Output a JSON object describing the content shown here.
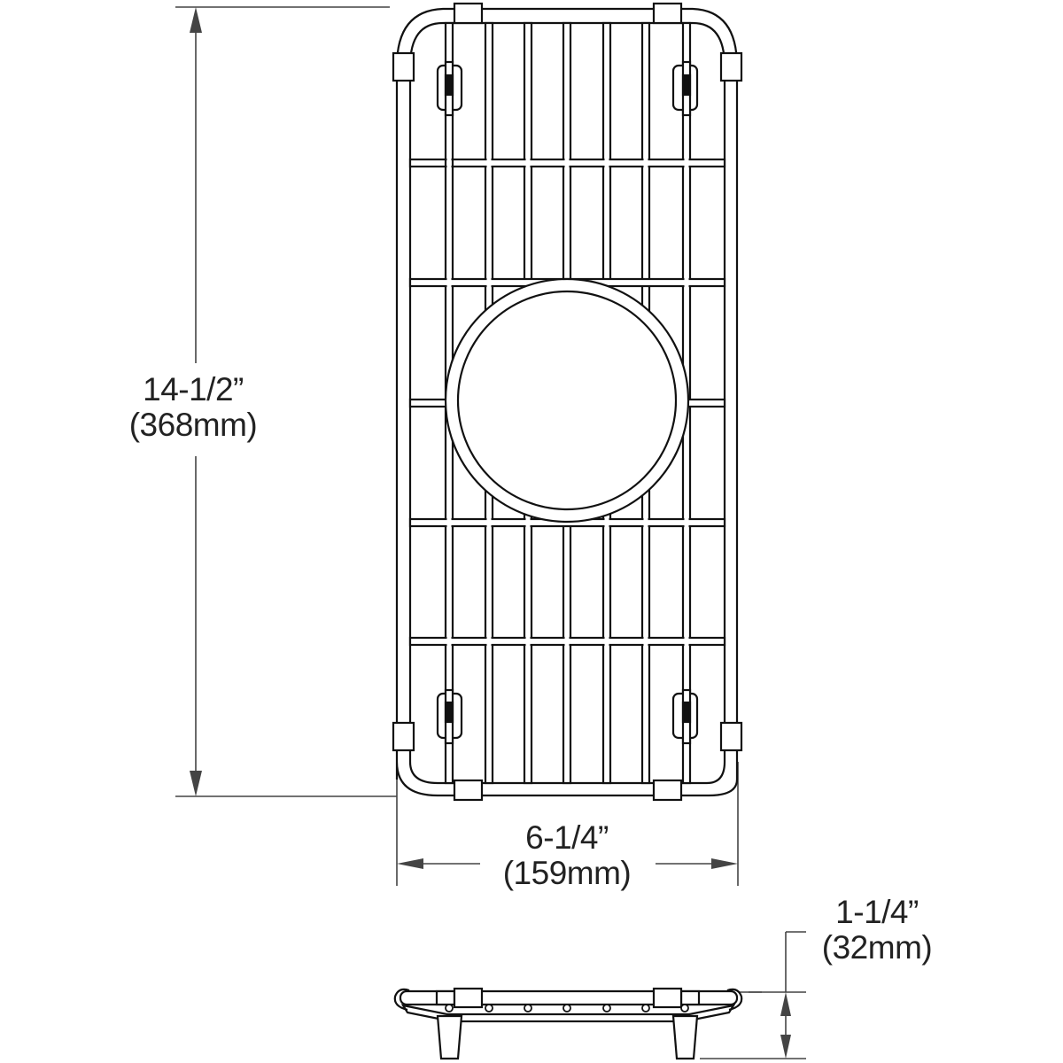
{
  "drawing": {
    "title": "Sink bottom grid — top view and side view",
    "stroke_color": "#111111",
    "dimension_color": "#444444",
    "views": [
      "top-view",
      "side-view"
    ]
  },
  "dimensions": {
    "height": {
      "imperial": "14-1/2”",
      "metric": "(368mm)"
    },
    "width": {
      "imperial": "6-1/4”",
      "metric": "(159mm)"
    },
    "depth": {
      "imperial": "1-1/4”",
      "metric": "(32mm)"
    }
  },
  "grid": {
    "longitudinal_rods": 9,
    "cross_bars": 5,
    "center_drain_cutout": "circle",
    "bumpers": 8,
    "clips": 4,
    "feet": 2
  }
}
